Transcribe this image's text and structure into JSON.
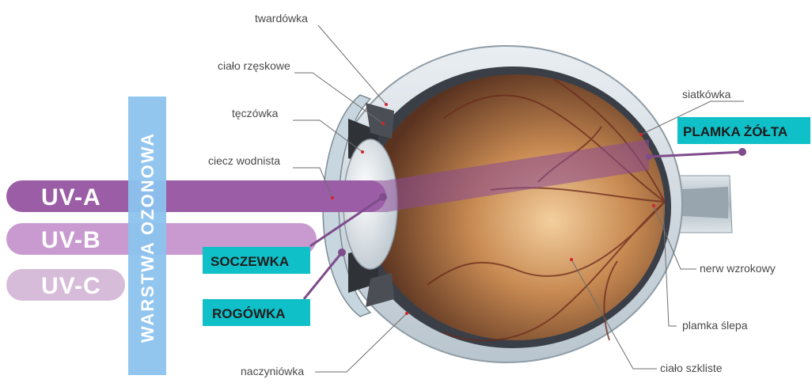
{
  "labels": {
    "twardowka": "twardówka",
    "cialo_rzeskowe": "ciało rzęskowe",
    "teczowka": "tęczówka",
    "ciecz_wodnista": "ciecz wodnista",
    "naczyniowka": "naczyniówka",
    "siatkowka": "siatkówka",
    "nerw_wzrokowy": "nerw wzrokowy",
    "plamka_slepa": "plamka ślepa",
    "cialo_szkliste": "ciało szkliste"
  },
  "callouts": {
    "plamka_zolta": "PLAMKA ŻÓŁTA",
    "soczewka": "SOCZEWKA",
    "rogowka": "ROGÓWKA"
  },
  "uv_bands": [
    {
      "label": "UV-A",
      "color": "#9b5ea6"
    },
    {
      "label": "UV-B",
      "color": "#c99ad0"
    },
    {
      "label": "UV-C",
      "color": "#d7bcd9"
    }
  ],
  "ozone_layer": {
    "label": "WARSTWA OZONOWA",
    "color": "#8cc3ee"
  },
  "colors": {
    "callout_bg": "#10c0c9",
    "leader": "#7f4c8c",
    "beam": "#8a4a96"
  }
}
